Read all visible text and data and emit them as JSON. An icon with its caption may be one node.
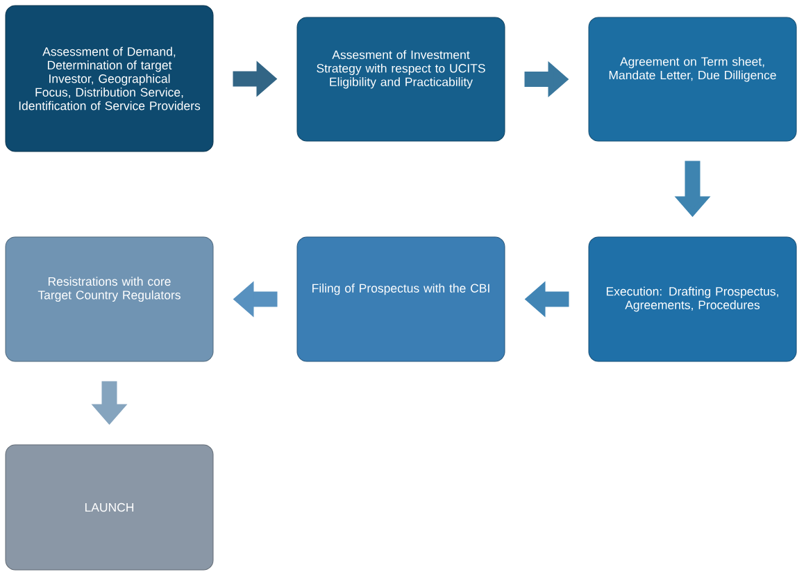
{
  "diagram": {
    "nodes": [
      {
        "text": [
          "Assessment of Demand, Determination of target Investor, Geographical Focus, Distribution Service, Identification of Service Providers"
        ]
      },
      {
        "text": [
          "Assesment of Investment Strategy with respect to UCITS Eligibility and Practicability"
        ]
      },
      {
        "text": [
          "Agreement on Term sheet, Mandate Letter, Due Dilligence"
        ]
      },
      {
        "text": [
          "Execution: Drafting Prospectus, Agreements, Procedures"
        ]
      },
      {
        "text": [
          "Filing of Prospectus with the CBI"
        ]
      },
      {
        "text": [
          "Resistrations with core Target Country Regulators"
        ]
      },
      {
        "text": [
          "LAUNCH"
        ]
      }
    ],
    "edges": [
      {
        "from": 0,
        "to": 1,
        "arrow": "to"
      },
      {
        "from": 1,
        "to": 2,
        "arrow": "to"
      },
      {
        "from": 2,
        "to": 3,
        "arrow": "to"
      },
      {
        "from": 3,
        "to": 4,
        "arrow": "to"
      },
      {
        "from": 4,
        "to": 5,
        "arrow": "to"
      },
      {
        "from": 5,
        "to": 6,
        "arrow": "to"
      }
    ]
  }
}
